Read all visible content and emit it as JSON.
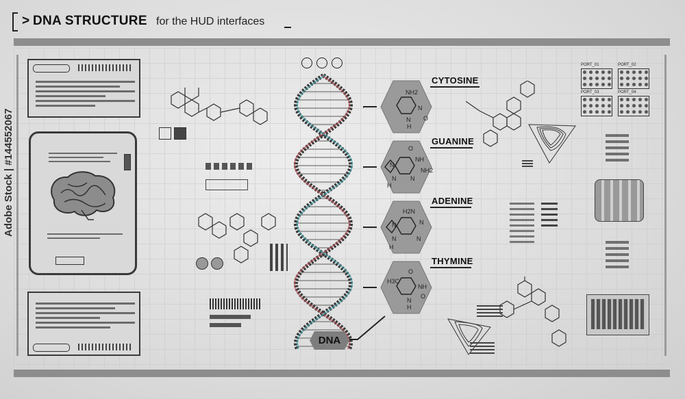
{
  "header": {
    "title_prefix": ">",
    "title": "DNA STRUCTURE",
    "subtitle": "for the HUD interfaces"
  },
  "nucleotides": [
    {
      "name": "CYTOSINE",
      "formula_labels": [
        "NH2",
        "N",
        "N",
        "O",
        "H"
      ]
    },
    {
      "name": "GUANINE",
      "formula_labels": [
        "O",
        "N",
        "NH",
        "N",
        "N",
        "NH2",
        "H"
      ]
    },
    {
      "name": "ADENINE",
      "formula_labels": [
        "H2N",
        "N",
        "N",
        "N",
        "N",
        "H"
      ]
    },
    {
      "name": "THYMINE",
      "formula_labels": [
        "O",
        "H3C",
        "NH",
        "N",
        "O",
        "H"
      ]
    }
  ],
  "dna_label": "DNA",
  "watermark": "Adobe Stock | #144552067",
  "port_labels": [
    "PORT_01",
    "PORT_02",
    "PORT_03",
    "PORT_04"
  ],
  "colors": {
    "background": "#dcdcdc",
    "bar": "#8d8d8d",
    "hex_fill": "#9a9a9a",
    "dna_red": "#c2545a",
    "dna_cyan": "#4fb6c0",
    "dark": "#222222"
  }
}
